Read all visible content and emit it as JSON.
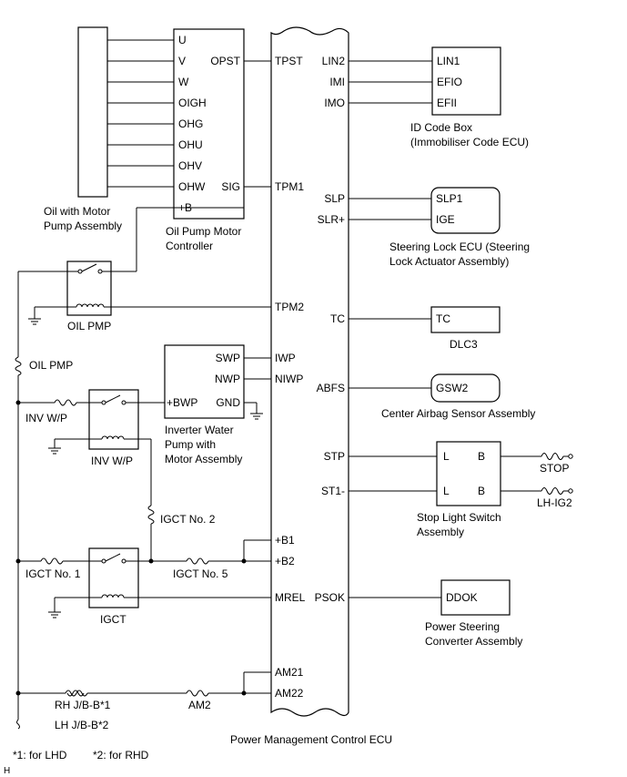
{
  "motor_pump": {
    "label_1": "Oil with Motor",
    "label_2": "Pump Assembly"
  },
  "oil_pump_controller": {
    "pins": [
      "U",
      "V",
      "W",
      "OIGH",
      "OHG",
      "OHU",
      "OHV",
      "OHW",
      "+B"
    ],
    "opst": "OPST",
    "sig": "SIG",
    "label_1": "Oil Pump Motor",
    "label_2": "Controller"
  },
  "ecu": {
    "title": "Power Management Control ECU",
    "left_pins": [
      "TPST",
      "TPM1",
      "TPM2",
      "IWP",
      "NIWP",
      "+B1",
      "+B2",
      "MREL",
      "AM21",
      "AM22"
    ],
    "right_pins": [
      "LIN2",
      "IMI",
      "IMO",
      "SLP",
      "SLR+",
      "TC",
      "ABFS",
      "STP",
      "ST1-",
      "PSOK"
    ]
  },
  "id_code_box": {
    "pins": [
      "LIN1",
      "EFIO",
      "EFII"
    ],
    "label_1": "ID Code Box",
    "label_2": "(Immobiliser Code ECU)"
  },
  "steering_lock": {
    "pins": [
      "SLP1",
      "IGE"
    ],
    "label_1": "Steering Lock ECU (Steering",
    "label_2": "Lock Actuator Assembly)"
  },
  "dlc3": {
    "pin": "TC",
    "label": "DLC3"
  },
  "airbag": {
    "pin": "GSW2",
    "label": "Center Airbag Sensor Assembly"
  },
  "stop_switch": {
    "pins": [
      "L",
      "B",
      "L",
      "B"
    ],
    "label_1": "Stop Light Switch",
    "label_2": "Assembly",
    "fuse_stop": "STOP",
    "fuse_lhig2": "LH-IG2"
  },
  "ps_converter": {
    "pin": "DDOK",
    "label_1": "Power Steering",
    "label_2": "Converter Assembly"
  },
  "water_pump": {
    "pins": [
      "SWP",
      "NWP",
      "GND"
    ],
    "bwp": "+BWP",
    "label_1": "Inverter Water",
    "label_2": "Pump with",
    "label_3": "Motor Assembly"
  },
  "relays": {
    "oil_pmp": "OIL PMP",
    "inv_wp": "INV W/P",
    "igct": "IGCT"
  },
  "fuses": {
    "oil_pmp": "OIL PMP",
    "inv_wp": "INV W/P",
    "igct_no2": "IGCT No. 2",
    "igct_no1": "IGCT No. 1",
    "igct_no5": "IGCT No. 5",
    "rh_jb": "RH J/B-B*1",
    "lh_jb": "LH J/B-B*2",
    "am2": "AM2"
  },
  "notes": {
    "note_1": "*1: for LHD",
    "note_2": "*2: for RHD",
    "corner": "H"
  }
}
